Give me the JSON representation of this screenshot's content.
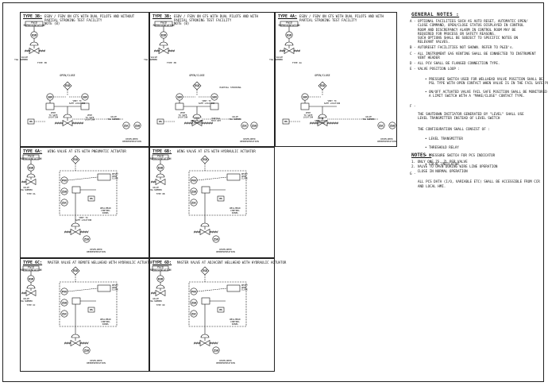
{
  "panels": {
    "p3b": {
      "title": "TYPE 3B:",
      "desc": "ESDV / FSDV ON GTS WITH DUAL PILOTS AND WITHOUT\nPARTIAL STROKING TEST FACILITY",
      "note": "NOTE (B)",
      "labels": {
        "pid": "P&ID\nREPRESENTATION",
        "valve": "VALVE\nTAG NUMBER",
        "typeline": "TYPE 3B",
        "openclose": "OPEN/CLOSE",
        "vent_safe": "VENT TO\nSAFE LOCATION",
        "valve_tag": "VALVE\nTAG NUMBER",
        "vent_a": "VENT\nTO SAFE\nLOCATION",
        "vent_b": "VENT\nTO SAFE\nLOCATION",
        "developed": "DEVELOPED\nREPRESENTATION"
      },
      "tags": [
        "ESD",
        "ZSC",
        "ZSO",
        "HS",
        "SOV",
        "SOV"
      ]
    },
    "p3c": {
      "title": "TYPE 3B:",
      "desc": "ESDV / FSDV ON GTS WITH DUAL PILOTS AND WITH\nPARTIAL STROKING TEST FACILITY",
      "note": "NOTE (B)",
      "labels": {
        "pid": "P&ID\nREPRESENTATION",
        "valve": "VALVE\nTAG NUMBER",
        "typeline": "TYPE 3B",
        "openclose": "OPEN/CLOSE",
        "partial": "PARTIAL STROKING",
        "vent_safe": "VENT TO\nSAFE LOCATION",
        "valve_tag": "VALVE\nTAG NUMBER",
        "vent_a": "VENT\nTO SAFE\nLOCATION",
        "vent_b": "VENT\nTO SAFE\nLOCATION",
        "local": "LOCAL\nOPEN/CLOSE\nCOMMAND",
        "test": "PARTIAL\nTEST KEY",
        "developed": "DEVELOPED\nREPRESENTATION"
      },
      "tags": [
        "ESD",
        "ZSC",
        "ZSO",
        "HS",
        "SOV",
        "SOV"
      ]
    },
    "p4a": {
      "title": "TYPE 4A:",
      "desc": "ESDV / FSDV ON GTS WITH DUAL PILOTS AND WITH\nPARTIAL STROKING TEST FACILITY",
      "labels": {
        "pid": "P&ID\nREPRESENTATION",
        "valve": "VALVE\nTAG NUMBER",
        "typeline": "TYPE 4A",
        "openclose": "OPEN/CLOSE",
        "vent_safe": "VENT TO\nSAFE LOCATION",
        "valve_tag": "VALVE\nTAG NUMBER",
        "vent_a": "VENT\nTO SAFE\nLOCATION",
        "local": "LOCAL\nOPEN/CLOSE\nCOMMAND",
        "developed": "DEVELOPED\nREPRESENTATION"
      },
      "tags": [
        "ESD",
        "ZSC",
        "ZSO",
        "HS",
        "SOV"
      ]
    },
    "p6a": {
      "title": "TYPE 6A:",
      "desc": "WING VALVE AT GTS WITH PNEUMATIC ACTUATOR",
      "labels": {
        "pid": "P&ID\nREPRESENTATION",
        "valve": "VALVE\nTAG NUMBER",
        "typeline": "TYPE 6A",
        "reset": "RESET\nOPEN\nCLOSE",
        "vent": "VENT TO\nSAFE LOCATION",
        "panel": "WELLHEAD\nCONTROL\nPANEL",
        "developed": "DEVELOPED\nREPRESENTATION"
      },
      "tags": [
        "ESD",
        "PVV",
        "ZSO",
        "ZSC",
        "HS"
      ]
    },
    "p6b": {
      "title": "TYPE 6B:",
      "desc": "WING VALVE AT GTS WITH HYDRAULIC ACTUATOR",
      "labels": {
        "pid": "P&ID\nREPRESENTATION",
        "valve": "VALVE\nTAG NUMBER",
        "typeline": "TYPE 6B",
        "reset": "RESET\nOPEN\nCLOSE",
        "panel": "WELLHEAD\nCONTROL\nPANEL",
        "developed": "DEVELOPED\nREPRESENTATION"
      },
      "tags": [
        "ESD",
        "PVV",
        "ZSO",
        "ZSC",
        "HS"
      ]
    },
    "p6c": {
      "title": "TYPE 6C:",
      "desc": "MASTER VALVE AT REMOTE WELLHEAD WITH HYDRAULIC ACTUATOR",
      "labels": {
        "pid": "P&ID\nREPRESENTATION",
        "valve": "VALVE\nTAG NUMBER",
        "typeline": "TYPE 6C",
        "reset": "RESET\nOPEN\nCLOSE",
        "panel": "WELLHEAD\nCONTROL\nPANEL",
        "developed": "DEVELOPED\nREPRESENTATION"
      },
      "tags": [
        "ESD",
        "PVV",
        "ZSO",
        "ZSC",
        "HS"
      ]
    },
    "p6d": {
      "title": "TYPE 6D:",
      "desc": "MASTER VALVE AT ADJACENT WELLHEAD WITH HYDRAULIC ACTUATOR",
      "labels": {
        "pid": "P&ID\nREPRESENTATION",
        "valve": "VALVE\nTAG NUMBER",
        "typeline": "TYPE 6D",
        "reset": "RESET\nOPEN\nCLOSE",
        "panel": "WELLHEAD\nCONTROL\nPANEL",
        "developed": "DEVELOPED\nREPRESENTATION"
      },
      "tags": [
        "ESD",
        "PVV",
        "ZSO",
        "ZSC",
        "HS"
      ]
    }
  },
  "general_notes": {
    "title": "GENERAL NOTES :",
    "items": [
      {
        "key": "A -",
        "text": "OPTIONAL FACILITIES SUCH AS AUTO RESET, AUTOMATIC OPEN/\nCLOSE COMMAND, OPEN/CLOSE STATUS DISPLAYED IN CONTROL\nROOM AND DISCREPANCY ALARM IN CONTROL ROOM MAY BE\nREQUIRED FOR PROCESS OR SAFETY REASONS.\nSUCH OPTIONS SHALL BE SUBJECT TO SPECIFIC NOTES ON\nRELEVANT VALVES."
      },
      {
        "key": "B -",
        "text": "AUTORESET FACILITIES NOT SHOWN. REFER TO P&ID's."
      },
      {
        "key": "C -",
        "text": "ALL INSTRUMENT GAS VENTING SHALL BE CONNECTED TO INSTRUMENT\nVENT HEADER"
      },
      {
        "key": "D -",
        "text": "ALL PCV SHALL BE FLANGED CONNECTION TYPE."
      },
      {
        "key": "E -",
        "text": "VALVE POSITION LOOP :"
      }
    ],
    "e_subs": [
      "PRESSURE SWITCH USED FOR WELLHEAD VALVE POSITION SHALL BE\nPSL TYPE WITH OPEN CONTACT WHEN VALVE IS IN THE FAIL SAFE POSITION.",
      "ON/OFF ACTUATED VALVE FAIL SAFE POSITION SHALL BE MONITORED BY\nA LIMIT SWITCH WITH A \"MAKE/CLOSE\" CONTACT TYPE."
    ],
    "f_key": "F -",
    "f_text": "THE SHUTDOWN INITIATOR GENERATED BY \"LEVEL\" SHALL USE\nLEVEL TRANSMITTER INSTEAD OF LEVEL SWITCH",
    "config_intro": "THE CONFIGURATION SHALL CONSIST OF :",
    "config_items": [
      "LEVEL TRANSMITTER",
      "THRESHOLD RELAY",
      "PRESSURE SWITCH FOR PCS INDICATOR",
      "LOCAL INDICATOR"
    ],
    "g_key": "G -",
    "g_text": "ALL PCS DATA (I/O, VARIABLE ETC) SHALL BE ACCESSIBLE FROM CCR\nAND LOCAL HMI."
  },
  "notes": {
    "title": "NOTES :",
    "items": [
      "1. ONLY ONE ZS, ZL PER VALVE",
      "2. VALVE TO OPEN DURING WIRE LINE OPERATION\n   CLOSE IN NORMAL OPERATION"
    ]
  }
}
